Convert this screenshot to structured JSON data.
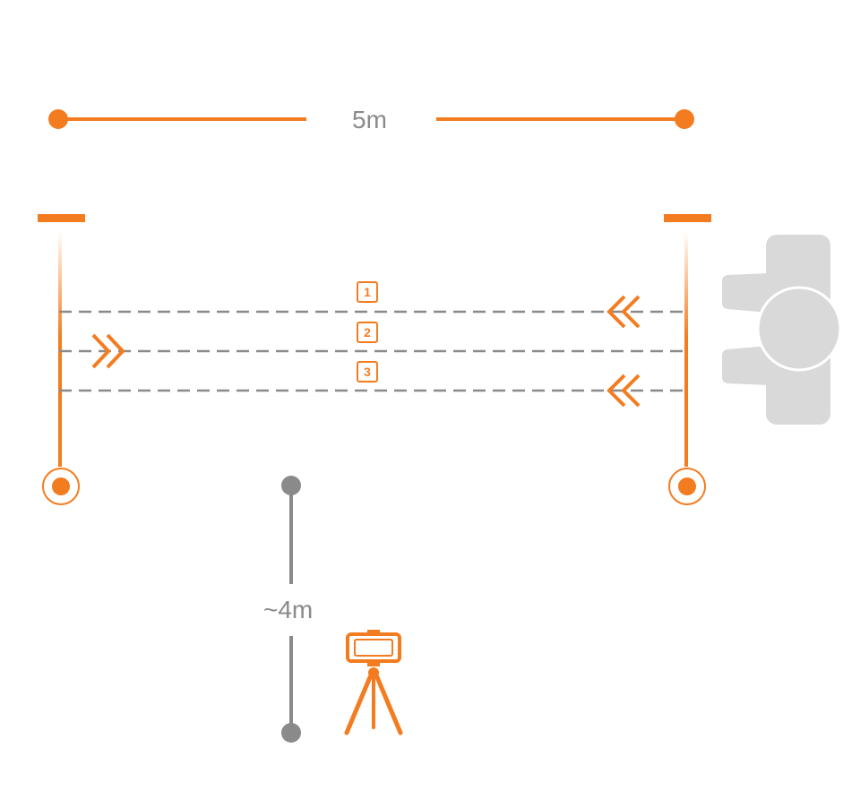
{
  "distances": {
    "width_label": "5m",
    "camera_label": "~4m"
  },
  "lanes": [
    {
      "number": "1",
      "direction": "right-to-left"
    },
    {
      "number": "2",
      "direction": "left-to-right"
    },
    {
      "number": "3",
      "direction": "right-to-left"
    }
  ],
  "colors": {
    "accent": "#f47c20",
    "gray": "#8a8a8a",
    "car": "#d9d9d9"
  },
  "icons": {
    "car": "car-top-view-icon",
    "tripod": "phone-on-tripod-icon"
  }
}
